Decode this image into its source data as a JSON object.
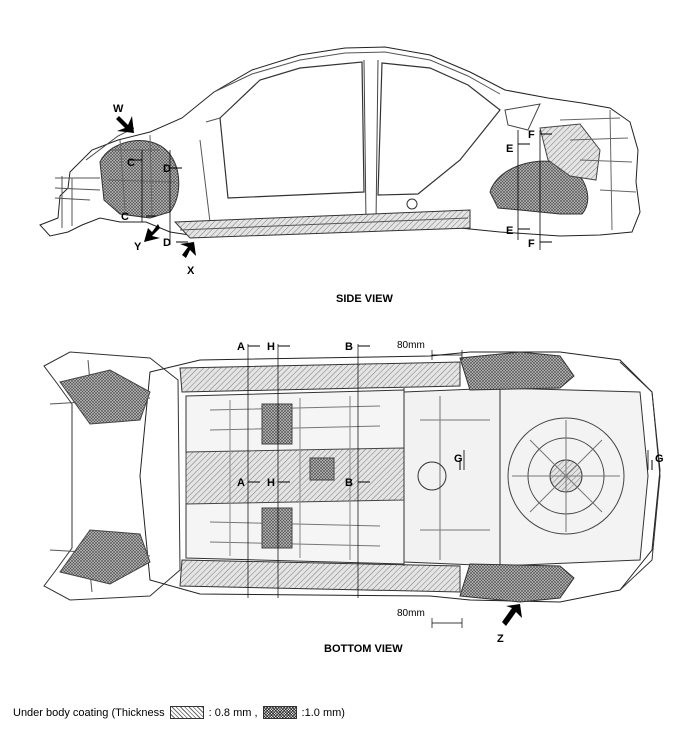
{
  "views": {
    "side": {
      "caption": "SIDE VIEW",
      "markers": [
        "W",
        "C",
        "D",
        "C",
        "Y",
        "D",
        "X",
        "E",
        "F",
        "E",
        "F"
      ]
    },
    "bottom": {
      "caption": "BOTTOM VIEW",
      "dimension_top": "80mm",
      "dimension_bottom": "80mm",
      "markers": [
        "A",
        "H",
        "B",
        "A",
        "H",
        "B",
        "G",
        "G",
        "Z"
      ]
    }
  },
  "legend": {
    "prefix": "Under body coating  (Thickness",
    "light": ": 0.8 mm ,",
    "dark": ":1.0 mm)"
  }
}
